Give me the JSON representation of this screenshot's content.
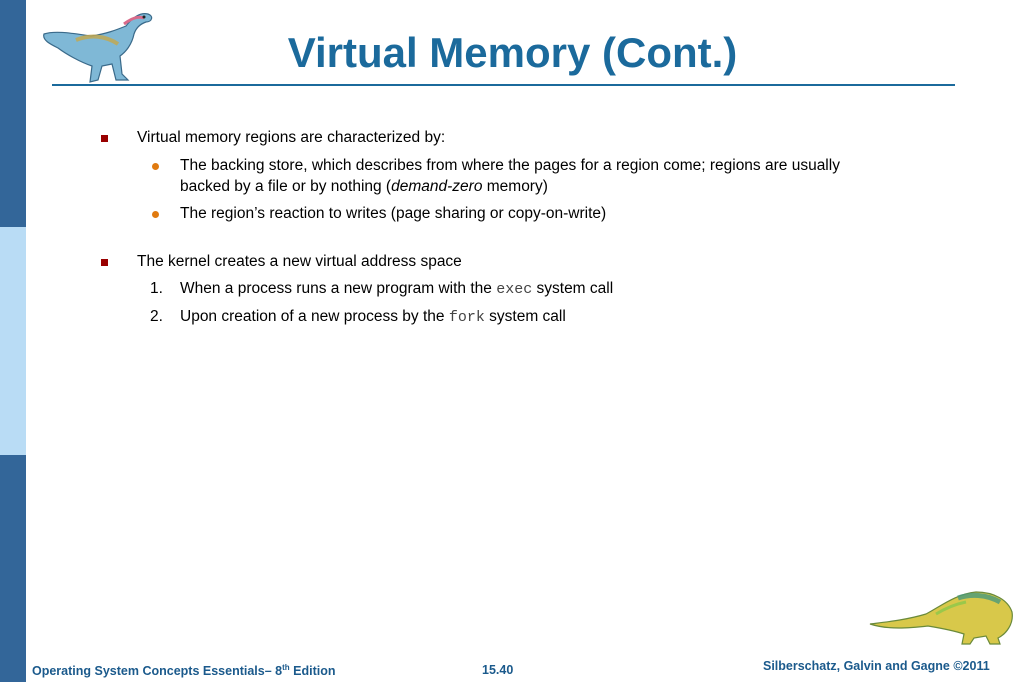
{
  "slide": {
    "title": "Virtual Memory (Cont.)",
    "bullets": [
      {
        "text": "Virtual memory regions are characterized by:"
      },
      {
        "text": "The backing store, which describes from where the pages for a region come; regions are usually"
      },
      {
        "text_a": "backed by a file or by nothing (",
        "text_em": "demand-zero",
        "text_b": " memory)"
      },
      {
        "text": "The region’s reaction to writes (page sharing or copy-on-write)"
      },
      {
        "text": "The kernel creates a new virtual address space"
      }
    ],
    "numbered": [
      {
        "num": "1.",
        "text_a": "When a process runs a new program with the ",
        "code": "exec",
        "text_b": "  system call"
      },
      {
        "num": "2.",
        "text_a": "Upon creation of a new process by the ",
        "code": "fork",
        "text_b": " system call"
      }
    ]
  },
  "footer": {
    "left_a": "Operating System Concepts Essentials– 8",
    "left_sup": "th",
    "left_b": " Edition",
    "page": "15.40",
    "right": "Silberschatz, Galvin and Gagne ©2011"
  },
  "colors": {
    "title": "#1b6a9c",
    "sidebar_dark": "#336699",
    "sidebar_light": "#b9dcf5",
    "square_bullet": "#990000",
    "round_bullet": "#e07a10"
  },
  "icons": [
    "dinosaur-logo-icon",
    "dinosaur-footer-icon"
  ]
}
